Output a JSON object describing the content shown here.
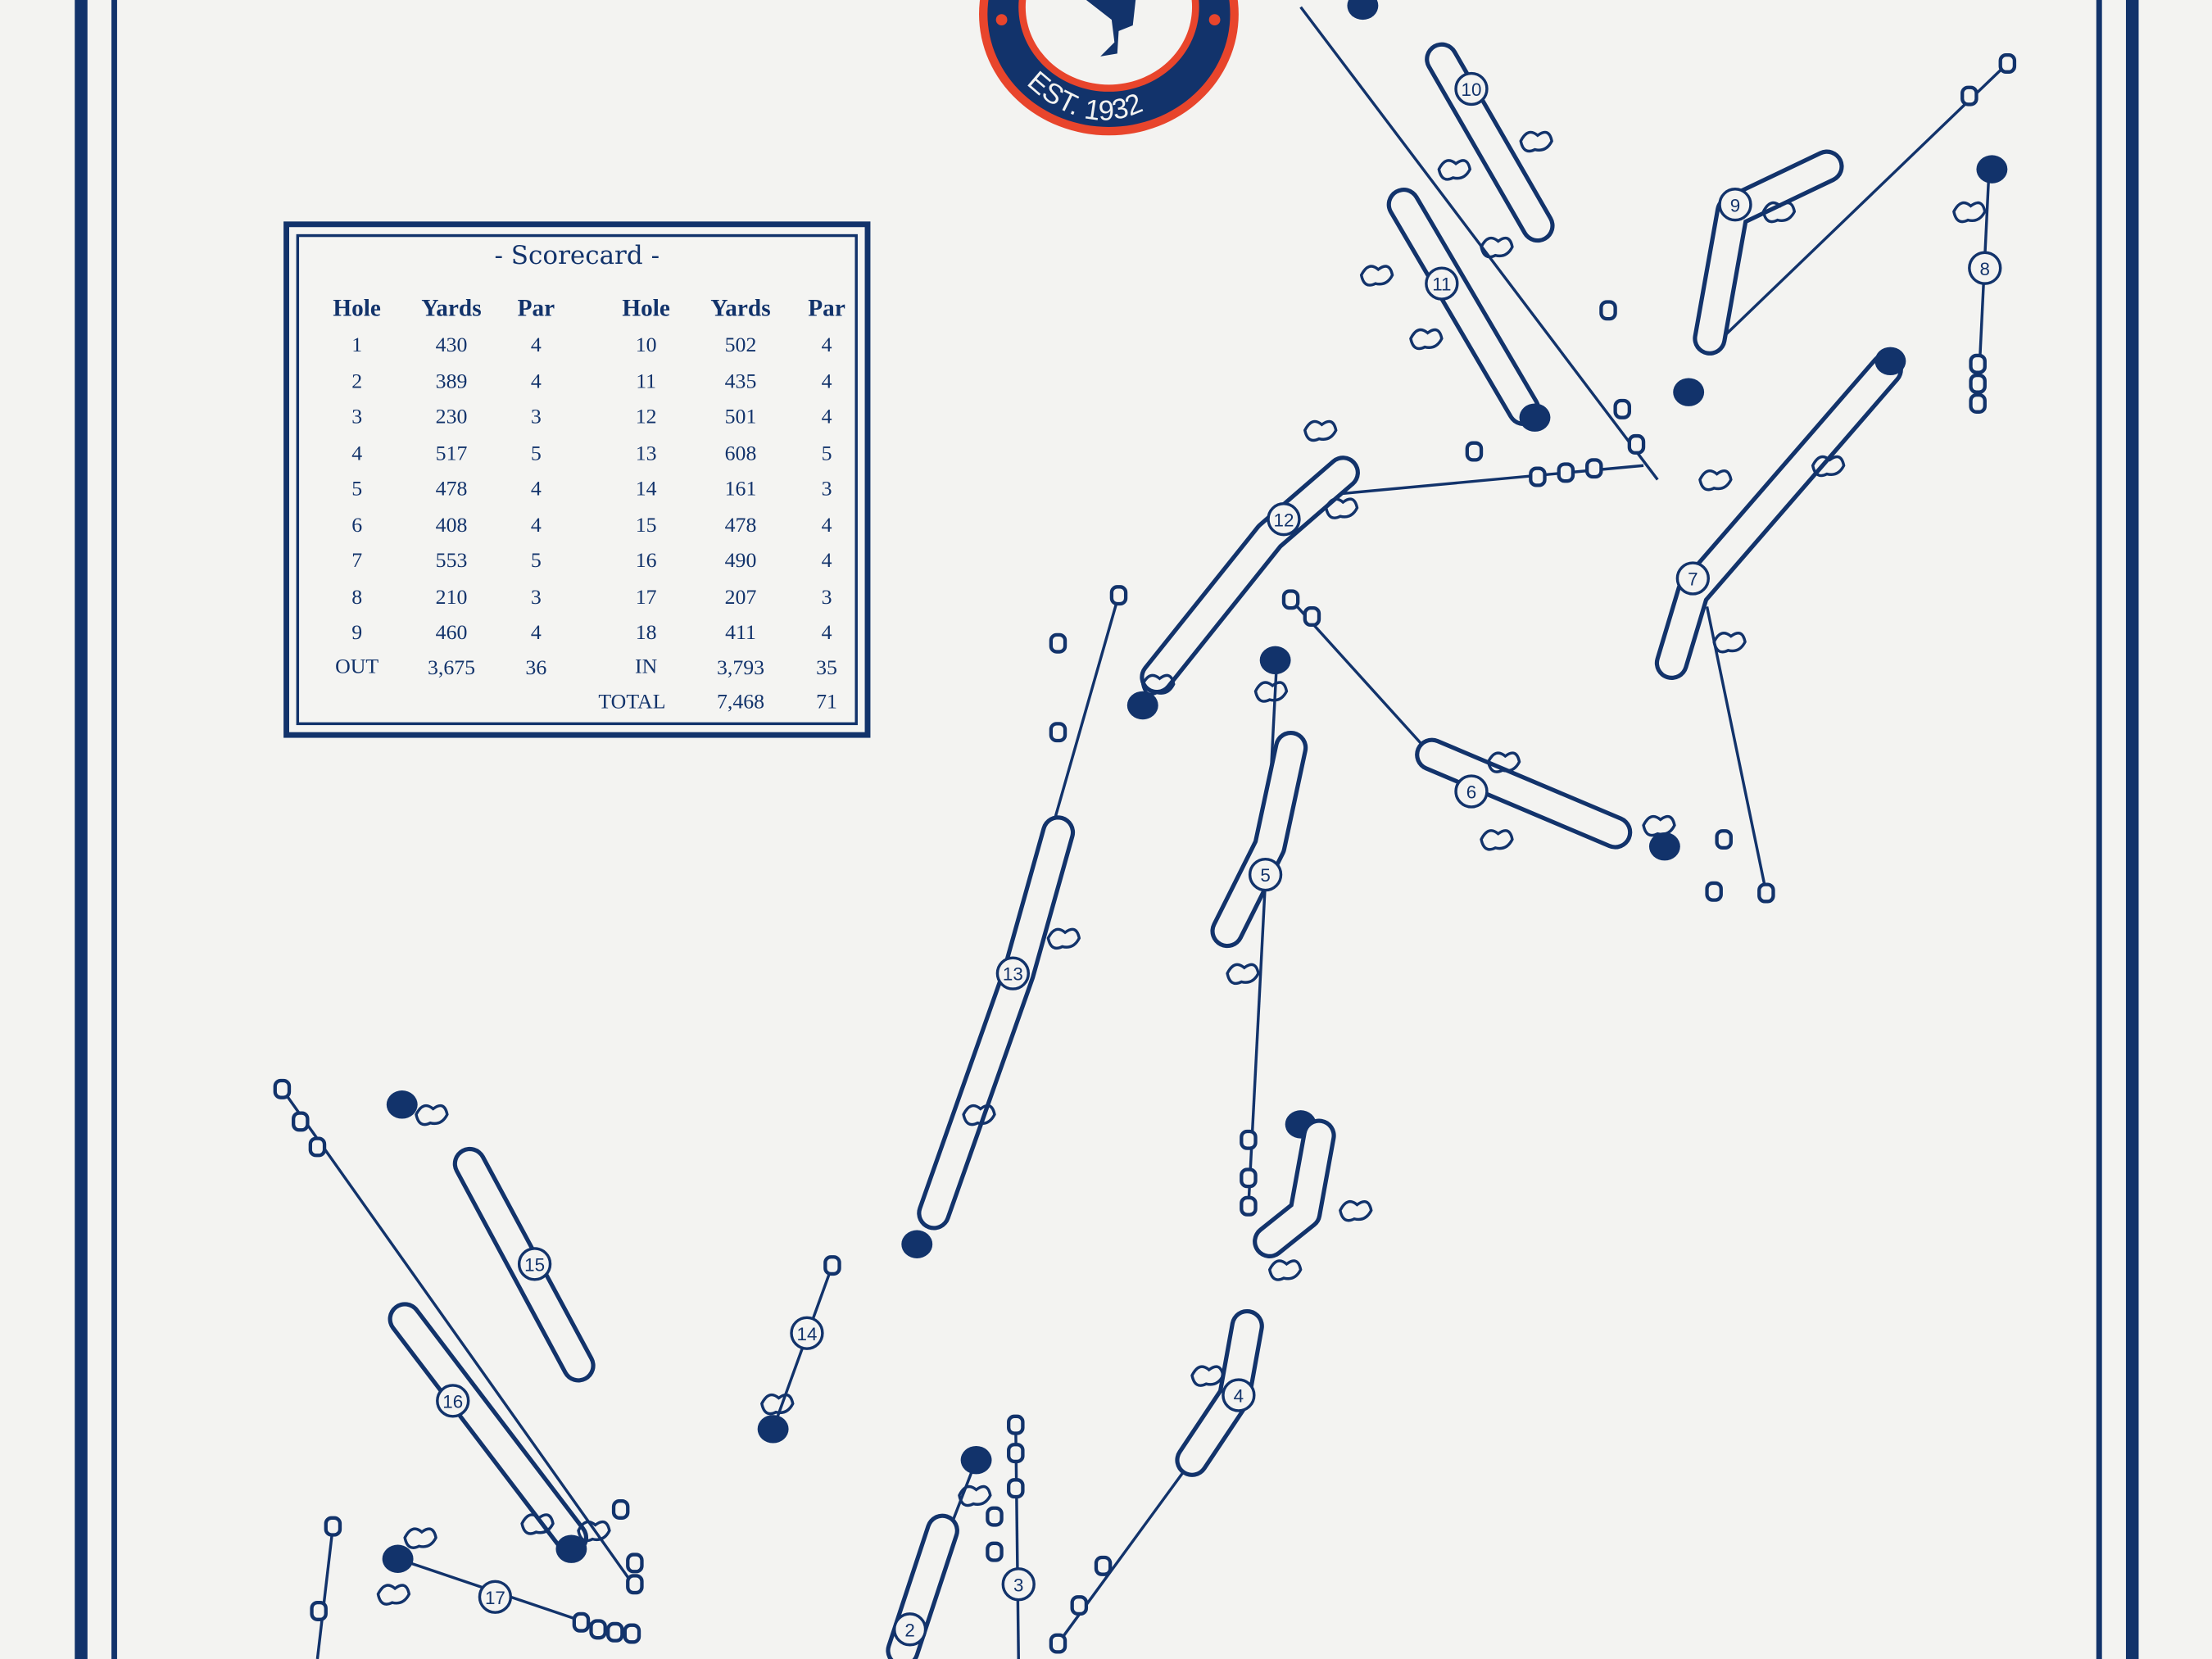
{
  "logo": {
    "text": "EST. 1932",
    "colors": {
      "navy": "#12336b",
      "red": "#e8452c"
    }
  },
  "scorecard": {
    "title": "- Scorecard -",
    "headers": [
      "Hole",
      "Yards",
      "Par",
      "Hole",
      "Yards",
      "Par"
    ],
    "front": [
      {
        "hole": "1",
        "yards": "430",
        "par": "4"
      },
      {
        "hole": "2",
        "yards": "389",
        "par": "4"
      },
      {
        "hole": "3",
        "yards": "230",
        "par": "3"
      },
      {
        "hole": "4",
        "yards": "517",
        "par": "5"
      },
      {
        "hole": "5",
        "yards": "478",
        "par": "4"
      },
      {
        "hole": "6",
        "yards": "408",
        "par": "4"
      },
      {
        "hole": "7",
        "yards": "553",
        "par": "5"
      },
      {
        "hole": "8",
        "yards": "210",
        "par": "3"
      },
      {
        "hole": "9",
        "yards": "460",
        "par": "4"
      }
    ],
    "back": [
      {
        "hole": "10",
        "yards": "502",
        "par": "4"
      },
      {
        "hole": "11",
        "yards": "435",
        "par": "4"
      },
      {
        "hole": "12",
        "yards": "501",
        "par": "4"
      },
      {
        "hole": "13",
        "yards": "608",
        "par": "5"
      },
      {
        "hole": "14",
        "yards": "161",
        "par": "3"
      },
      {
        "hole": "15",
        "yards": "478",
        "par": "4"
      },
      {
        "hole": "16",
        "yards": "490",
        "par": "4"
      },
      {
        "hole": "17",
        "yards": "207",
        "par": "3"
      },
      {
        "hole": "18",
        "yards": "411",
        "par": "4"
      }
    ],
    "out": {
      "label": "OUT",
      "yards": "3,675",
      "par": "36"
    },
    "in": {
      "label": "IN",
      "yards": "3,793",
      "par": "35"
    },
    "total": {
      "label": "TOTAL",
      "yards": "7,468",
      "par": "71"
    }
  },
  "map": {
    "hole_labels": [
      "2",
      "3",
      "4",
      "5",
      "6",
      "7",
      "8",
      "9",
      "10",
      "11",
      "12",
      "13",
      "14",
      "15",
      "16",
      "17"
    ]
  }
}
